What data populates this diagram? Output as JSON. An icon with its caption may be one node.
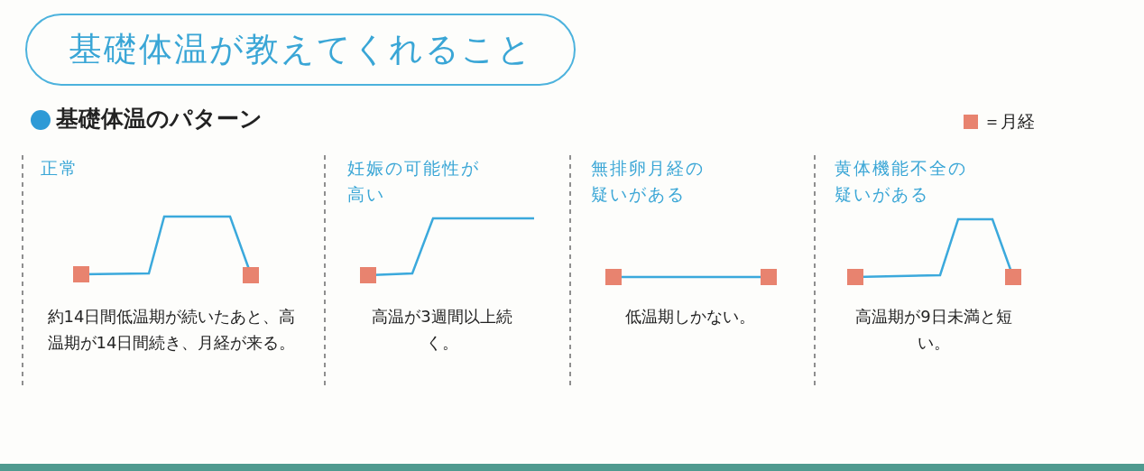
{
  "diagram": {
    "nodes": [
      {
        "text": [
          "基礎体温が教えてくれること"
        ]
      }
    ],
    "labels": [
      "基礎体温のパターン",
      "正常",
      "約14日間低温期が続いたあと、高温期が14日間続き、月経が来る。",
      "妊娠の可能性が高い",
      "高温が3週間以上続く。",
      "無排卵月経の疑いがある",
      "低温期しかない。",
      "黄体機能不全の疑いがある",
      "高温期が9日未満と短い。"
    ],
    "legend": [
      {
        "text": "＝月経",
        "color": "#e8836f"
      }
    ]
  }
}
